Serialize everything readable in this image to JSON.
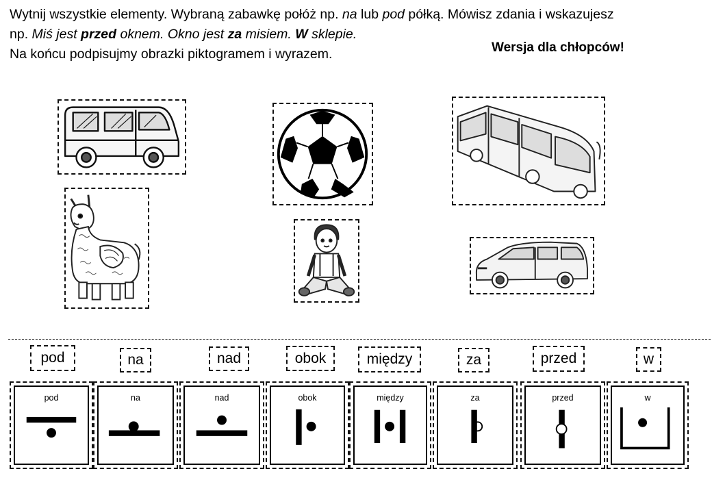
{
  "instructions": {
    "line1": {
      "a": "Wytnij wszystkie elementy. Wybraną zabawkę połóż np. ",
      "b": "na",
      "c": " lub ",
      "d": "pod",
      "e": " półką. Mówisz zdania i wskazujesz"
    },
    "line2": {
      "a": "np. ",
      "b": "Miś jest ",
      "c": "przed",
      "d": " oknem. Okno jest ",
      "e": "za",
      "f": " misiem. ",
      "g": "W",
      "h": " sklepie."
    },
    "line3": "Na końcu podpisujmy obrazki piktogramem i wyrazem."
  },
  "version_label": "Wersja dla chłopców!",
  "pictures": [
    {
      "icon": "minibus-icon"
    },
    {
      "icon": "soccer-ball-icon"
    },
    {
      "icon": "articulated-bus-icon"
    },
    {
      "icon": "llama-icon"
    },
    {
      "icon": "boy-doll-icon"
    },
    {
      "icon": "minivan-icon"
    }
  ],
  "words": [
    "pod",
    "na",
    "nad",
    "obok",
    "między",
    "za",
    "przed",
    "w"
  ],
  "cards": [
    {
      "label": "pod",
      "icon": "under-icon"
    },
    {
      "label": "na",
      "icon": "on-icon"
    },
    {
      "label": "nad",
      "icon": "above-icon"
    },
    {
      "label": "obok",
      "icon": "beside-icon"
    },
    {
      "label": "między",
      "icon": "between-icon"
    },
    {
      "label": "za",
      "icon": "behind-icon"
    },
    {
      "label": "przed",
      "icon": "in-front-icon"
    },
    {
      "label": "w",
      "icon": "in-icon"
    }
  ]
}
